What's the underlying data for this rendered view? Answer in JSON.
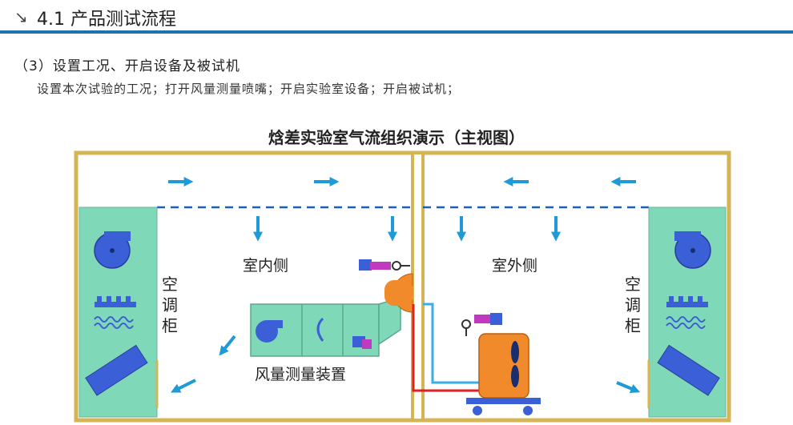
{
  "header": {
    "title": "4.1 产品测试流程"
  },
  "section": {
    "heading": "（3）设置工况、开启设备及被试机",
    "description": "设置本次试验的工况；打开风量测量喷嘴；开启实验室设备；开启被试机；"
  },
  "diagram": {
    "title": "焓差实验室气流组织演示（主视图）",
    "labels": {
      "indoor_side": "室内侧",
      "outdoor_side": "室外侧",
      "ac_cabinet_left": "空调柜",
      "ac_cabinet_right": "空调柜",
      "airflow_device": "风量测量装置"
    },
    "colors": {
      "room_border": "#d4b455",
      "cabinet_fill": "#7fd8b8",
      "arrow": "#1e9ad6",
      "fan_blue": "#3b5fd6",
      "duct_dashes": "#1f5fb0",
      "outdoor_unit": "#f08a2a",
      "pipe_red": "#e02020",
      "pipe_blue": "#3aaee6",
      "indoor_unit_purple": "#c03ac0"
    }
  }
}
